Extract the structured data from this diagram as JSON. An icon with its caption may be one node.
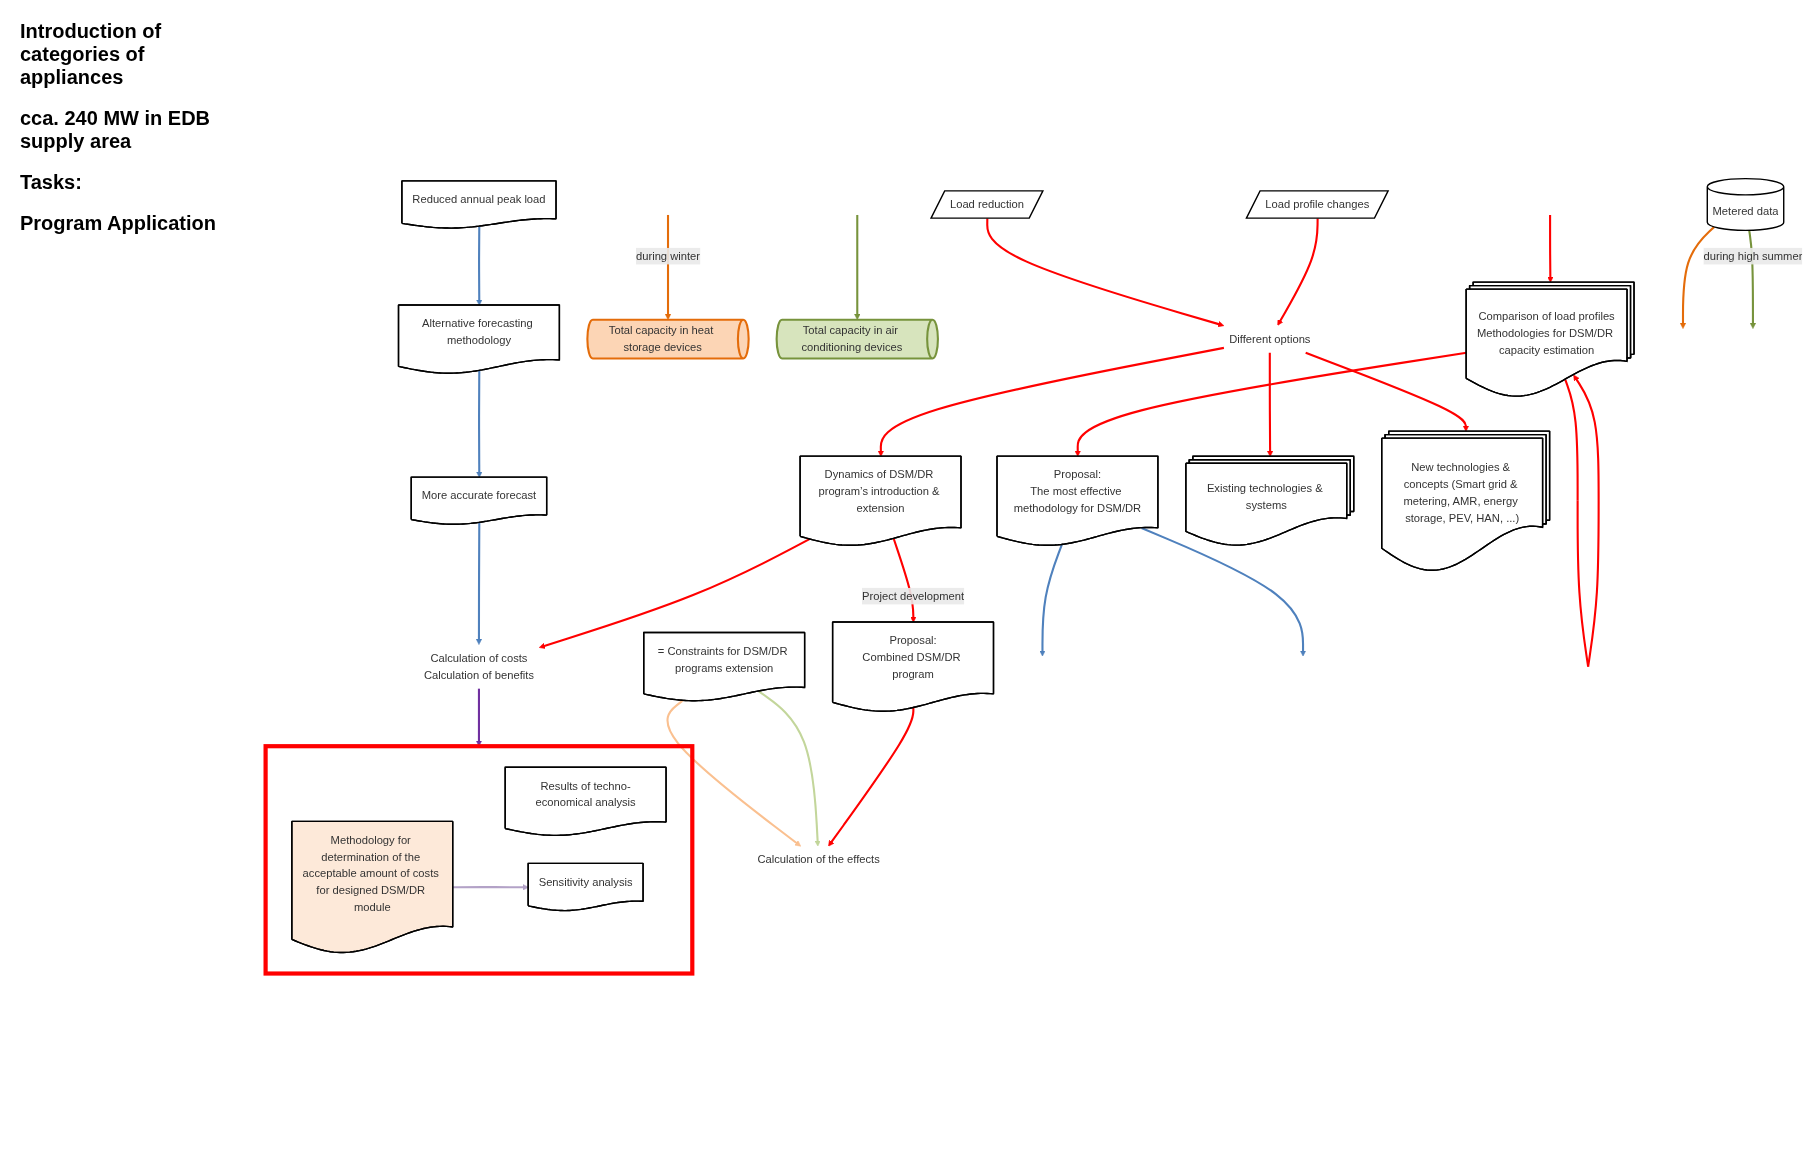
{
  "diagram": {
    "nodes": [
      {
        "text": [
          "Comparison of load profiles",
          "Methodologies for DSM/DR capacity estimation"
        ]
      },
      {
        "text": [
          "Proposal:",
          "The most effective methodology for DSM/DR"
        ]
      },
      {
        "text": [
          "Metered data"
        ]
      },
      {
        "text": [
          "Total capacity in heat storage devices"
        ]
      },
      {
        "text": [
          "Total capacity in air conditioning devices"
        ]
      },
      {
        "text": [
          "= Constraints for DSM/DR programs extension"
        ]
      },
      {
        "text": [
          "Calculation of the effects"
        ]
      },
      {
        "text": [
          "Reduced annual peak load"
        ]
      },
      {
        "text": [
          "Alternative forecasting methodology"
        ]
      },
      {
        "text": [
          "More accurate forecast"
        ]
      },
      {
        "text": [
          "Proposal:",
          "Combined DSM/DR program"
        ]
      },
      {
        "text": [
          "Dynamics of DSM/DR program’s introduction & extension"
        ]
      },
      {
        "text": [
          "Existing technologies & systems"
        ]
      },
      {
        "text": [
          "Different options"
        ]
      },
      {
        "text": [
          "New technologies & concepts (Smart grid & metering, AMR, energy storage, PEV, HAN, ...)"
        ]
      },
      {
        "text": [
          "Load reduction"
        ]
      },
      {
        "text": [
          "Load profile changes"
        ]
      },
      {
        "text": [
          "Calculation of costs",
          "Calculation of benefits"
        ]
      },
      {
        "text": [],
        "shape": "box"
      },
      {
        "text": [
          "Results of techno-economical analysis"
        ],
        "in": 18
      },
      {
        "text": [
          "Sensitivity analysis"
        ],
        "in": 18
      },
      {
        "text": [
          "Methodology for determination of the acceptable amount of costs for designed DSM/DR module"
        ],
        "in": 18
      }
    ],
    "edges": [
      {
        "from": null,
        "to": 0,
        "arrow": "to"
      },
      {
        "from": 0,
        "to": 0,
        "arrow": "to"
      },
      {
        "from": 0,
        "to": 1,
        "arrow": "to"
      },
      {
        "from": 1,
        "to": null,
        "arrow": "to",
        "color": "#4f81bd"
      },
      {
        "from": 1,
        "to": null,
        "arrow": "to",
        "color": "#4f81bd"
      },
      {
        "from": 2,
        "to": null,
        "arrow": "to",
        "color": "#e46c0a"
      },
      {
        "from": 2,
        "to": null,
        "arrow": "to",
        "label": "during high summer",
        "color": "#77933c"
      },
      {
        "from": null,
        "to": 3,
        "arrow": "to",
        "label": "during winter",
        "color": "#e46c0a"
      },
      {
        "from": null,
        "to": 4,
        "arrow": "to",
        "color": "#77933c"
      },
      {
        "from": 5,
        "to": 6,
        "arrow": "to",
        "color": "#fac090"
      },
      {
        "from": 5,
        "to": 6,
        "arrow": "to",
        "color": "#c3d69b"
      },
      {
        "from": 10,
        "to": 6,
        "arrow": "to"
      },
      {
        "from": 7,
        "to": 8,
        "arrow": "to",
        "color": "#4f81bd"
      },
      {
        "from": 8,
        "to": 9,
        "arrow": "to",
        "color": "#4f81bd"
      },
      {
        "from": 9,
        "to": 17,
        "arrow": "to",
        "color": "#4f81bd"
      },
      {
        "from": 11,
        "to": 10,
        "arrow": "to",
        "label": "Project development"
      },
      {
        "from": 13,
        "to": 12,
        "arrow": "to"
      },
      {
        "from": 13,
        "to": 14,
        "arrow": "to"
      },
      {
        "from": 15,
        "to": 13,
        "arrow": "to"
      },
      {
        "from": 16,
        "to": 13,
        "arrow": "to"
      },
      {
        "from": 13,
        "to": 11,
        "arrow": "to"
      },
      {
        "from": 11,
        "to": 17,
        "arrow": "to"
      },
      {
        "from": 17,
        "to": 18,
        "arrow": "to",
        "color": "#7030a0"
      },
      {
        "from": 21,
        "to": 20,
        "arrow": "to",
        "color": "#b3a2c7"
      }
    ],
    "labels": [
      "Introduction of categories of appliances",
      "cca. 240 MW in EDB supply area",
      "Tasks:",
      "Program Application"
    ]
  }
}
